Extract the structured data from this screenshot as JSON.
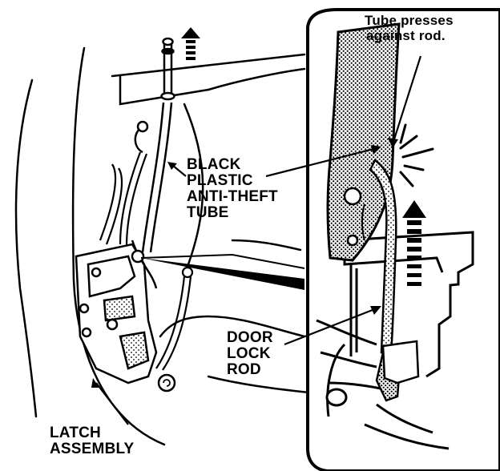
{
  "callouts": {
    "tube_note": [
      "Tube presses",
      "against rod."
    ],
    "black_tube": [
      "BLACK",
      "PLASTIC",
      "ANTI-THEFT",
      "TUBE"
    ],
    "door_lock_rod": [
      "DOOR",
      "LOCK",
      "ROD"
    ],
    "latch_assembly": [
      "LATCH",
      "ASSEMBLY"
    ]
  },
  "colors": {
    "ink": "#000000",
    "paper": "#ffffff"
  }
}
